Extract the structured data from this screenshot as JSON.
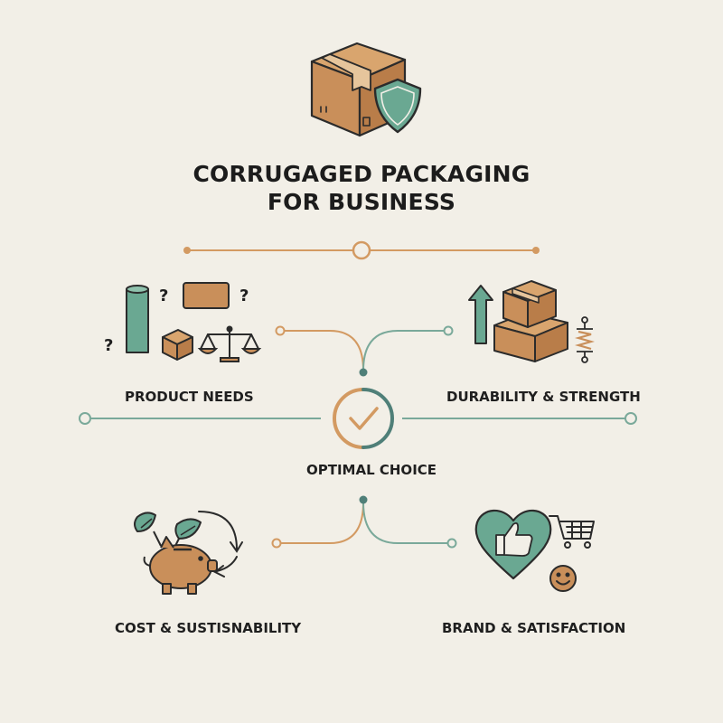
{
  "header": {
    "title_line1": "CORRUGAGED PACKAGING",
    "title_line2": "FOR BUSINESS"
  },
  "center": {
    "label": "OPTIMAL CHOICE"
  },
  "nodes": {
    "product_needs": "PRODUCT NEEDS",
    "durability": "DURABILITY & STRENGTH",
    "cost": "COST & SUSTISNABILITY",
    "brand": "BRAND & SATISFACTION"
  },
  "colors": {
    "background": "#f2efe7",
    "cardboard": "#c98f5a",
    "teal": "#6aa892",
    "orange_line": "#d39a62",
    "teal_line": "#7aa99a",
    "outline": "#2b2b2b"
  }
}
